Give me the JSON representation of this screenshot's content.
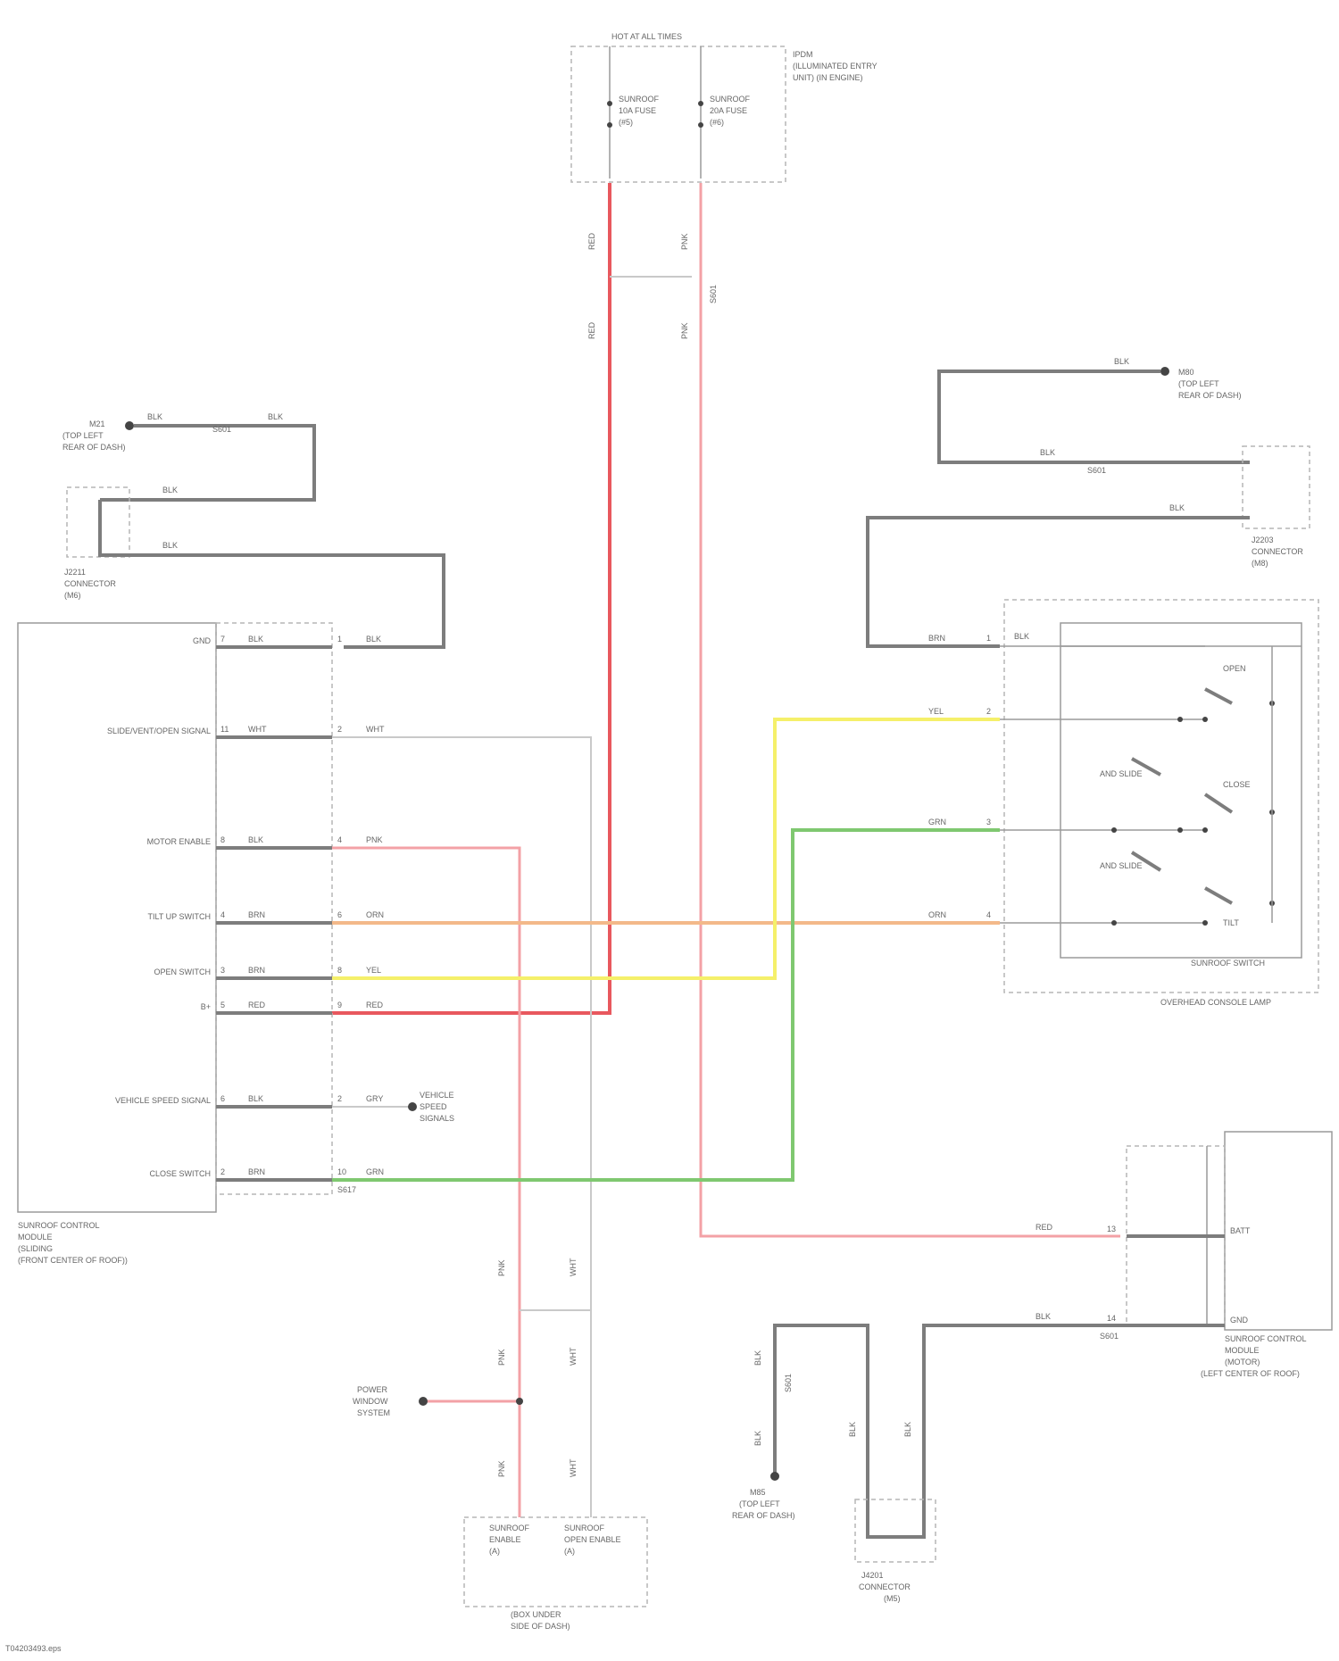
{
  "diagram": {
    "footer_code": "T04203493.eps",
    "fuse_block": {
      "title": "HOT AT ALL TIMES",
      "name_lines": [
        "IPDM",
        "(ILLUMINATED ENTRY",
        "UNIT) (IN ENGINE)"
      ],
      "fuse_left_lines": [
        "SUNROOF",
        "10A FUSE",
        "(#5)"
      ],
      "fuse_right_lines": [
        "SUNROOF",
        "20A FUSE",
        "(#6)"
      ]
    },
    "ground_left": {
      "lines": [
        "M21",
        "(TOP LEFT",
        "REAR OF DASH)"
      ],
      "wire1": "BLK",
      "wire2": "BLK",
      "splice": "S601"
    },
    "ground_right": {
      "lines": [
        "M80",
        "(TOP LEFT",
        "REAR OF DASH)"
      ],
      "wire": "BLK",
      "wire2": "BLK",
      "splice": "S601"
    },
    "joint_connector_left": {
      "lines": [
        "J2211",
        "CONNECTOR",
        "(M6)"
      ],
      "wire1": "BLK",
      "wire2": "BLK"
    },
    "joint_connector_right": {
      "lines": [
        "J2203",
        "CONNECTOR",
        "(M8)"
      ],
      "wire": "BLK"
    },
    "control_module": {
      "name_lines": [
        "SUNROOF CONTROL",
        "MODULE",
        "(SLIDING",
        "(FRONT CENTER OF ROOF))"
      ],
      "pins": [
        {
          "label": "GND",
          "num": "7",
          "wire": "BLK",
          "out_num": "1",
          "out_wire": "BLK"
        },
        {
          "label": "SLIDE/VENT/OPEN SIGNAL",
          "num": "11",
          "wire": "WHT",
          "out_num": "2",
          "out_wire": "WHT"
        },
        {
          "label": "MOTOR ENABLE",
          "num": "8",
          "wire": "BLK",
          "out_num": "4",
          "out_wire": "PNK"
        },
        {
          "label": "TILT UP SWITCH",
          "num": "4",
          "wire": "BRN",
          "out_num": "6",
          "out_wire": "ORN"
        },
        {
          "label": "OPEN SWITCH",
          "num": "3",
          "wire": "BRN",
          "out_num": "8",
          "out_wire": "YEL"
        },
        {
          "label": "B+",
          "num": "5",
          "wire": "RED",
          "out_num": "9",
          "out_wire": "RED"
        },
        {
          "label": "VEHICLE SPEED SIGNAL",
          "num": "6",
          "wire": "BLK",
          "out_num": "2",
          "out_wire": "GRY"
        },
        {
          "label": "CLOSE SWITCH",
          "num": "2",
          "wire": "BRN",
          "out_num": "10",
          "out_wire": "GRN"
        }
      ],
      "splice": "S617"
    },
    "vehicle_speed_dest": [
      "VEHICLE",
      "SPEED",
      "SIGNALS"
    ],
    "power_dest": [
      "POWER",
      "WINDOW",
      "SYSTEM"
    ],
    "console_switch": {
      "switch_name": "SUNROOF SWITCH",
      "lamp_name": "OVERHEAD CONSOLE LAMP",
      "wires": [
        {
          "num": "1",
          "wire": "BRN",
          "left_wire": "BLK"
        },
        {
          "num": "2",
          "wire": "YEL"
        },
        {
          "num": "3",
          "wire": "GRN"
        },
        {
          "num": "4",
          "wire": "ORN"
        }
      ],
      "labels": [
        "OPEN",
        "AND SLIDE",
        "CLOSE",
        "AND SLIDE",
        "TILT"
      ]
    },
    "relay_box": {
      "relay_left_lines": [
        "SUNROOF",
        "ENABLE",
        "(A)"
      ],
      "relay_right_lines": [
        "SUNROOF",
        "OPEN ENABLE",
        "(A)"
      ],
      "loc_lines": [
        "(BOX UNDER",
        "SIDE OF DASH)"
      ],
      "wires": [
        "PNK",
        "WHT",
        "PNK",
        "WHT",
        "PNK",
        "WHT"
      ]
    },
    "motor_module": {
      "name_lines": [
        "SUNROOF CONTROL",
        "MODULE",
        "(MOTOR)",
        "(LEFT CENTER OF ROOF)"
      ],
      "wire_b": "RED",
      "wire_gnd": "BLK",
      "pin_b": "13",
      "pin_gnd": "14",
      "splice": "S601",
      "label_b": "BATT",
      "label_gnd": "GND"
    },
    "ground_bottom": {
      "lines": [
        "M85",
        "(TOP LEFT",
        "REAR OF DASH)"
      ],
      "wire1": "BLK",
      "wire2": "BLK",
      "splice": "S601"
    },
    "joint_bottom": {
      "lines": [
        "J4201",
        "CONNECTOR",
        "(M5)"
      ],
      "wire1": "BLK",
      "wire2": "BLK"
    },
    "riser_labels": {
      "red_a": "RED",
      "red_b": "RED",
      "pink_a": "PNK",
      "pink_b": "PNK",
      "splice_a": "S601",
      "splice_b": "S601"
    }
  }
}
